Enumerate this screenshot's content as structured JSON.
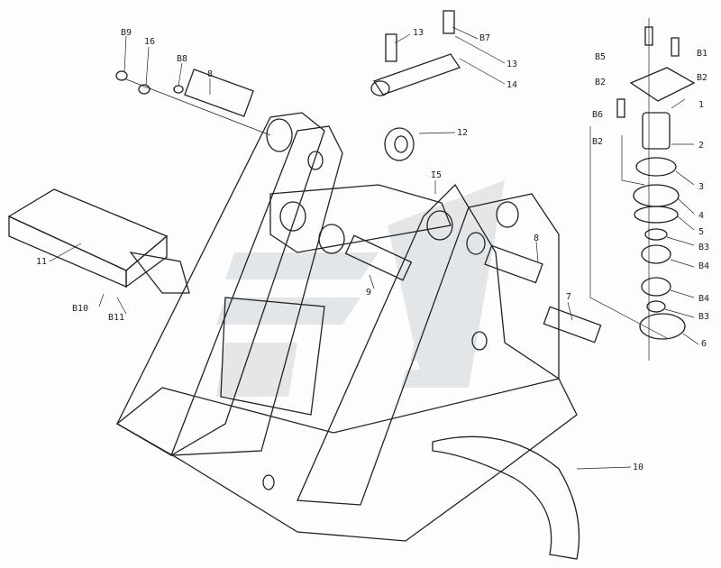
{
  "title": "Pedal bracket assembly exploded view",
  "watermark_color": "#9aa5ad",
  "labels": {
    "b9": "B9",
    "p16": "16",
    "b8": "B8",
    "p8a": "8",
    "p13a": "13",
    "p13b": "13",
    "b7": "B7",
    "p14": "14",
    "b5": "B5",
    "b1": "B1",
    "b2a": "B2",
    "b2b": "B2",
    "p1": "1",
    "b6": "B6",
    "p2": "2",
    "b2c": "B2",
    "p12": "12",
    "p3": "3",
    "p4": "4",
    "p5": "5",
    "b3a": "B3",
    "b4a": "B4",
    "p15": "I5",
    "p8b": "8",
    "b4b": "B4",
    "b3b": "B3",
    "p6": "6",
    "p7": "7",
    "p9": "9",
    "p11": "11",
    "b10": "B10",
    "b11": "B11",
    "p10": "10"
  }
}
